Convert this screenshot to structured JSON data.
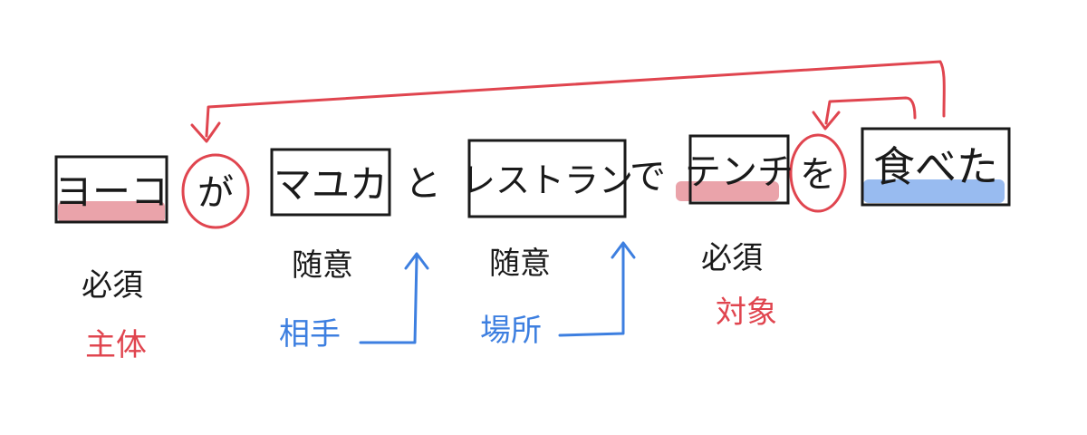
{
  "sentence": {
    "words": [
      {
        "text": "ヨーコ"
      },
      {
        "text": "マユカ"
      },
      {
        "text": "レストラン"
      },
      {
        "text": "テンチ"
      },
      {
        "text": "食べた"
      }
    ],
    "particles": [
      {
        "text": "が"
      },
      {
        "text": "と"
      },
      {
        "text": "で"
      },
      {
        "text": "を"
      }
    ]
  },
  "annotations": [
    {
      "status": "必須",
      "role": "主体"
    },
    {
      "status": "随意",
      "role": "相手"
    },
    {
      "status": "随意",
      "role": "場所"
    },
    {
      "status": "必須",
      "role": "対象"
    }
  ],
  "colors": {
    "ink": "#1a1a1a",
    "red": "#e0454f",
    "red_fill": "#e6939b",
    "blue": "#3d7fe0",
    "blue_fill": "#8db4ee"
  }
}
